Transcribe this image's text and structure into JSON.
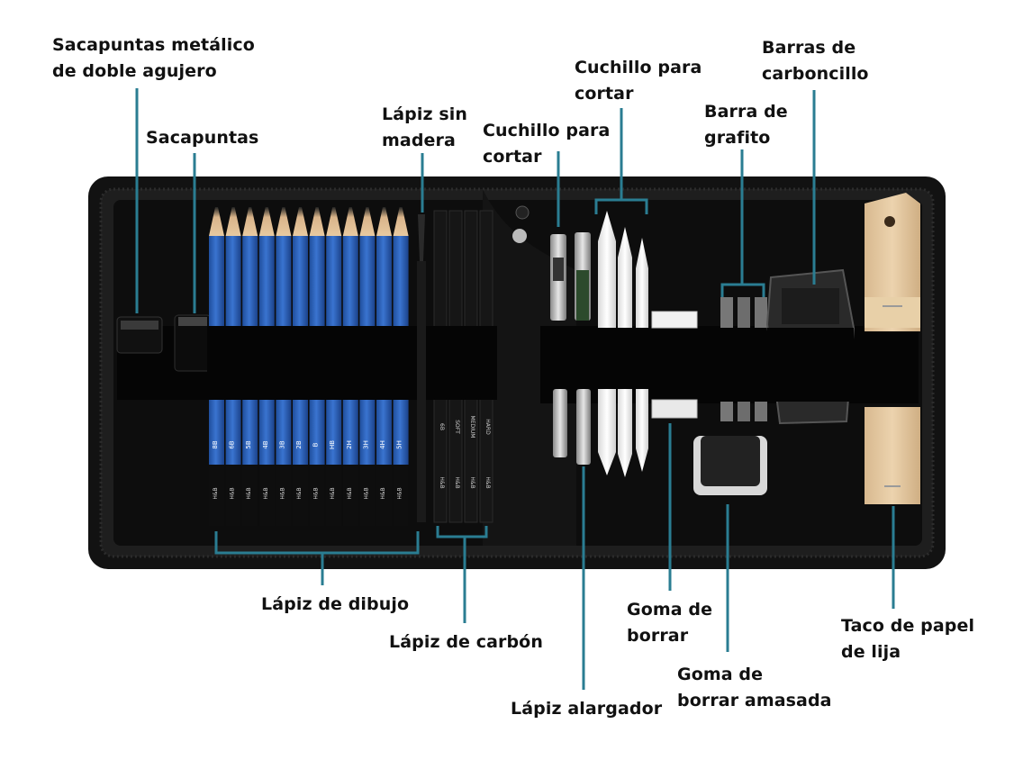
{
  "labels": {
    "sharpener_metal": "Sacapuntas metálico\nde doble agujero",
    "sharpener": "Sacapuntas",
    "woodless_pencil": "Lápiz sin\nmadera",
    "cutter_knife": "Cuchillo para\ncortar",
    "cutter_knife_2": "Cuchillo para\ncortar",
    "charcoal_sticks": "Barras de\ncarboncillo",
    "graphite_stick": "Barra de\ngrafito",
    "drawing_pencil": "Lápiz de dibujo",
    "charcoal_pencil": "Lápiz de carbón",
    "pencil_extender": "Lápiz alargador",
    "eraser": "Goma de\nborrar",
    "kneaded_eraser": "Goma de\nborrar amasada",
    "sandpaper_block": "Taco de papel\nde lija"
  },
  "pencil_grades": [
    "8B",
    "6B",
    "5B",
    "4B",
    "3B",
    "2B",
    "B",
    "HB",
    "2H",
    "3H",
    "4H",
    "5H"
  ],
  "charcoal_pencil_grades": [
    "6B",
    "SOFT",
    "MEDIUM",
    "HARD"
  ],
  "brand_mark": "H&B",
  "colors": {
    "leader_line": "#2a7d92",
    "case": "#141414",
    "pencil_blue": "#2b5fb8",
    "text": "#111111"
  }
}
